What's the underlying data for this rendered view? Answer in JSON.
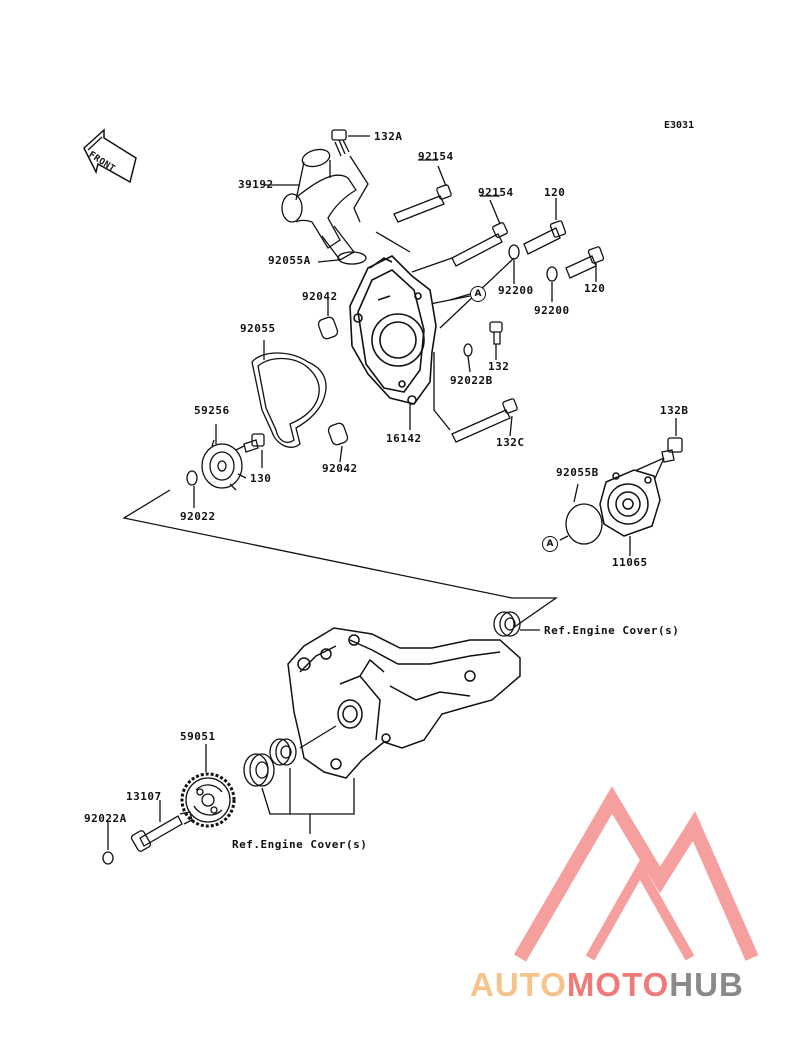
{
  "diagram_code": "E3031",
  "front_label": "FRONT",
  "callout_letter": "A",
  "parts": {
    "p132A": "132A",
    "p92154a": "92154",
    "p92154b": "92154",
    "p120a": "120",
    "p120b": "120",
    "p39192": "39192",
    "p92055A": "92055A",
    "p92200a": "92200",
    "p92200b": "92200",
    "p92042a": "92042",
    "p92042b": "92042",
    "p92055": "92055",
    "p132": "132",
    "p92022B": "92022B",
    "p59256": "59256",
    "p16142": "16142",
    "p132C": "132C",
    "p130": "130",
    "p132B": "132B",
    "p92055B": "92055B",
    "p92022": "92022",
    "p11065": "11065",
    "p59051": "59051",
    "p13107": "13107",
    "p92022A": "92022A"
  },
  "refs": {
    "ref1": "Ref.Engine Cover(s)",
    "ref2": "Ref.Engine Cover(s)"
  },
  "watermark": {
    "part1": "AUTO",
    "part2": "MOTO",
    "part3": "HUB",
    "color_orange": "#f6c48a",
    "color_red": "#f07a78",
    "color_gray": "#8a8a8a"
  }
}
